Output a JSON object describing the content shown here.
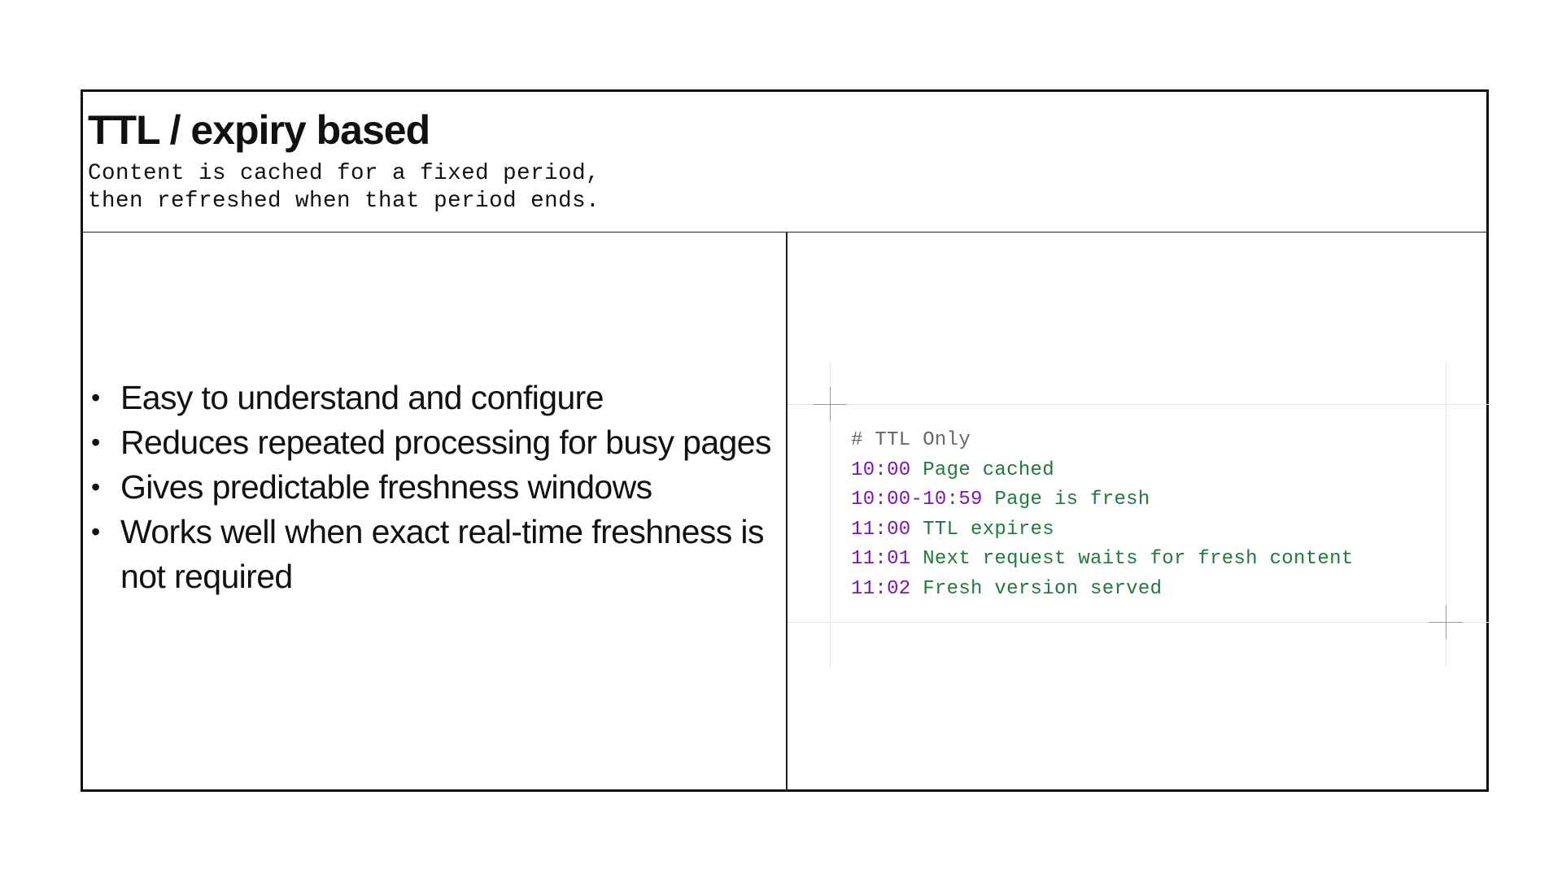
{
  "slide": {
    "title": "TTL / expiry based",
    "subtitle_lines": [
      "Content is cached for a fixed period,",
      "then refreshed when that period ends."
    ]
  },
  "bullets": [
    "Easy to understand and configure",
    "Reduces repeated processing for busy pages",
    "Gives predictable freshness windows",
    "Works well when exact real-time freshness is not required"
  ],
  "code": {
    "comment": "# TTL Only",
    "lines": [
      {
        "time": "10:00",
        "text": "Page cached"
      },
      {
        "time": "10:00-10:59",
        "text": "Page is fresh"
      },
      {
        "time": "11:00",
        "text": "TTL expires"
      },
      {
        "time": "11:01",
        "text": "Next request waits for fresh content"
      },
      {
        "time": "11:02",
        "text": "Fresh version served"
      }
    ]
  },
  "colors": {
    "timestamp": "#7a16b8",
    "event_text": "#217a3c",
    "comment": "#666666",
    "border": "#111111"
  }
}
